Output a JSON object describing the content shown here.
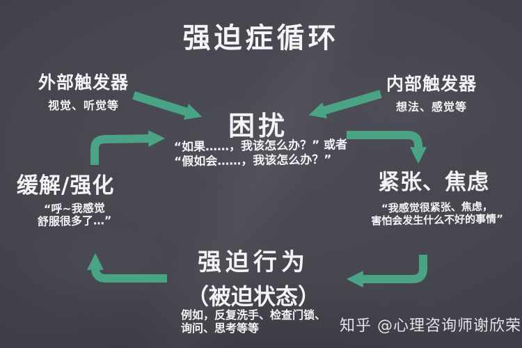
{
  "title": "强迫症循环",
  "colors": {
    "background": "#45454e",
    "arrow": "#4ba386",
    "text": "#f4f4f6"
  },
  "nodes": {
    "external_trigger": {
      "label": "外部触发器",
      "sub": "视觉、听觉等"
    },
    "internal_trigger": {
      "label": "内部触发器",
      "sub": "想法、感觉等"
    },
    "distress": {
      "label": "困扰",
      "quote_line1": "“如果……，我该怎么办？” 或者",
      "quote_line2": "“假如会……，我该怎么办？”"
    },
    "relief": {
      "label": "缓解/强化",
      "quote_line1": "“呼~我感觉",
      "quote_line2": "舒服很多了…”"
    },
    "anxiety": {
      "label": "紧张、焦虑",
      "quote_line1": "“我感觉很紧张、焦虑，",
      "quote_line2": "害怕会发生什么不好的事情”"
    },
    "compulsion": {
      "label_line1": "强迫行为",
      "label_line2": "（被迫状态）",
      "examples_line1": "例如，反复洗手、检查门锁、",
      "examples_line2": "询问、思考等等"
    }
  },
  "edges": [
    {
      "from": "外部触发器",
      "to": "困扰"
    },
    {
      "from": "内部触发器",
      "to": "困扰"
    },
    {
      "from": "困扰",
      "to": "紧张、焦虑"
    },
    {
      "from": "紧张、焦虑",
      "to": "强迫行为（被迫状态）"
    },
    {
      "from": "强迫行为（被迫状态）",
      "to": "缓解/强化"
    },
    {
      "from": "缓解/强化",
      "to": "困扰"
    }
  ],
  "watermark": {
    "text": "知乎 @心理咨询师谢欣荣"
  }
}
